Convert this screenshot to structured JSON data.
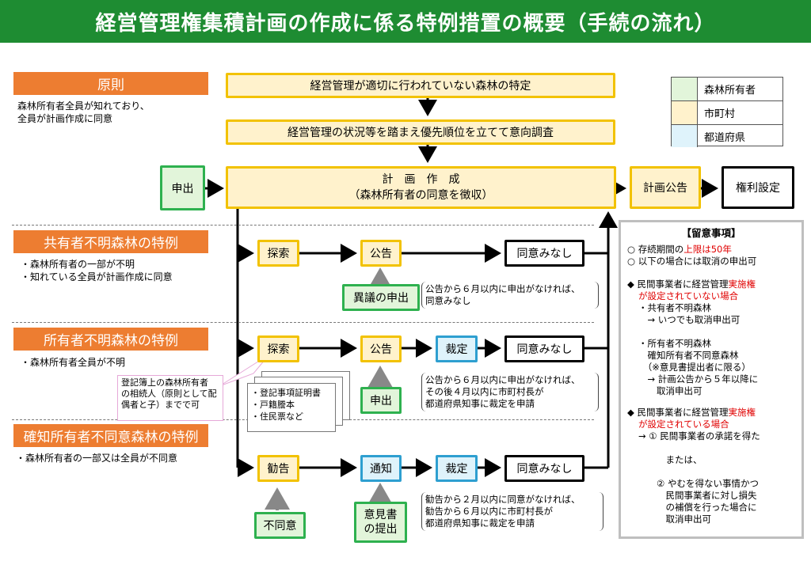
{
  "title": "経営管理権集積計画の作成に係る特例措置の概要（手続の流れ）",
  "sections": {
    "principle": {
      "label": "原則",
      "desc": "森林所有者全員が知れており、\n全員が計画作成に同意"
    },
    "co_owner": {
      "label": "共有者不明森林の特例",
      "desc": "・森林所有者の一部が不明\n・知れている全員が計画作成に同意"
    },
    "unknown_owner": {
      "label": "所有者不明森林の特例",
      "desc": "・森林所有者全員が不明"
    },
    "non_consent": {
      "label": "確知所有者不同意森林の特例",
      "desc": "・森林所有者の一部又は全員が不同意"
    }
  },
  "flow": {
    "identify": "経営管理が適切に行われていない森林の特定",
    "survey": "経営管理の状況等を踏まえ優先順位を立てて意向調査",
    "apply": "申出",
    "plan_line1": "計　画　作　成",
    "plan_line2": "（森林所有者の同意を徴収）",
    "announce": "計画公告",
    "rights": "権利設定"
  },
  "legend": {
    "owner": "森林所有者",
    "municipality": "市町村",
    "prefecture": "都道府県"
  },
  "legend_colors": {
    "owner": "#e2f5da",
    "municipality": "#fff2cc",
    "prefecture": "#dff3fb"
  },
  "row1": {
    "search": "探索",
    "notice": "公告",
    "deemed": "同意みなし",
    "objection": "異議の申出",
    "note": "公告から６月以内に申出がなければ、\n同意みなし"
  },
  "row2": {
    "search": "探索",
    "notice": "公告",
    "ruling": "裁定",
    "deemed": "同意みなし",
    "apply": "申出",
    "note": "公告から６月以内に申出がなければ、\nその後４月以内に市町村長が\n都道府県知事に裁定を申請",
    "heir_note": "登記簿上の森林所有者\nの相続人（原則として配\n偶者と子）までで可",
    "docs": "・登記事項証明書\n・戸籍謄本\n・住民票など"
  },
  "row3": {
    "advise": "勧告",
    "notify": "通知",
    "ruling": "裁定",
    "deemed": "同意みなし",
    "disagree": "不同意",
    "opinion_line1": "意見書",
    "opinion_line2": "の提出",
    "note": "勧告から２月以内に同意がなければ、\n勧告から６月以内に市町村長が\n都道府県知事に裁定を申請"
  },
  "notes": {
    "header": "【留意事項】",
    "b1_pre": "○ 存続期間の",
    "b1_red": "上限は50年",
    "b2": "○ 以下の場合には取消の申出可",
    "d1_pre": "◆ 民間事業者に経営管理",
    "d1_red1": "実施権",
    "d1_red2": "が設定されていない場合",
    "d1_body": "・共有者不明森林\n　→ いつでも取消申出可\n\n・所有者不明森林\n　確知所有者不同意森林\n　（※意見書提出者に限る）\n　→ 計画公告から５年以降に\n　　取消申出可",
    "d2_pre": "◆ 民間事業者に経営管理",
    "d2_red1": "実施権",
    "d2_red2": "が設定されている場合",
    "d2_body": "→ ① 民間事業者の承諾を得た\n\n　　　または、\n\n　　② やむを得ない事情かつ\n　　　民間事業者に対し損失\n　　　の補償を行った場合に\n　　　取消申出可"
  }
}
